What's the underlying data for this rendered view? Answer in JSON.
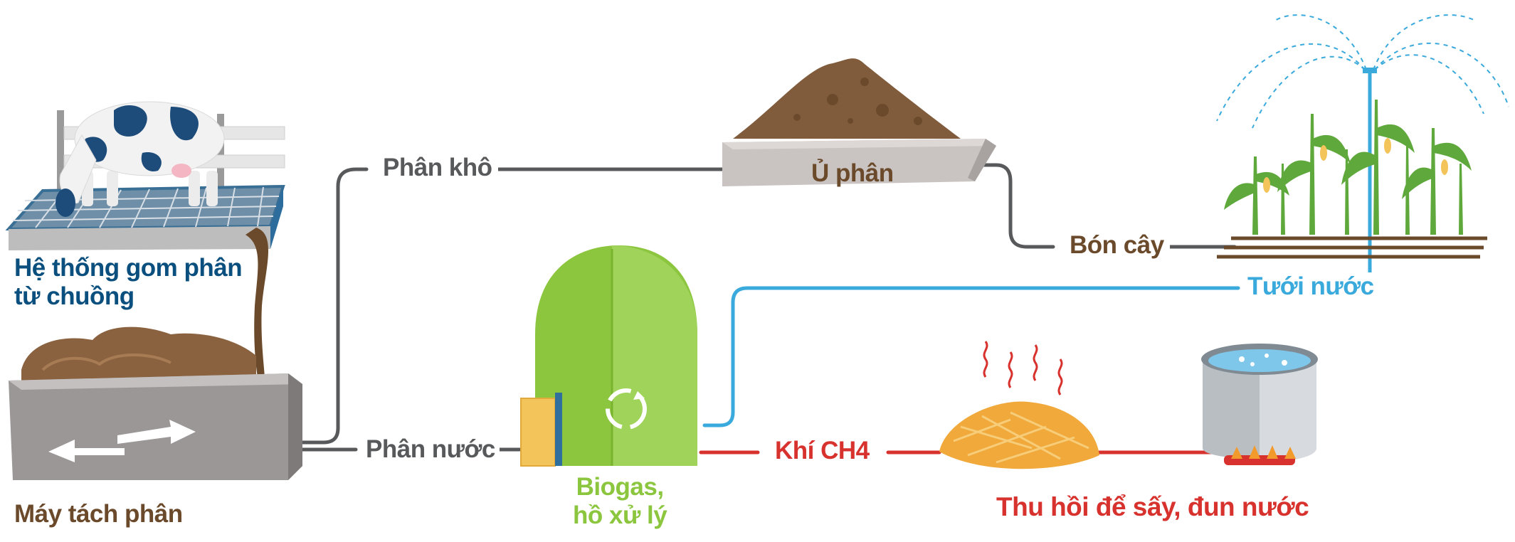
{
  "labels": {
    "collection": "Hệ thống gom phân\ntừ chuồng",
    "separator": "Máy tách phân",
    "dry_manure": "Phân khô",
    "liquid_manure": "Phân nước",
    "compost": "Ủ phân",
    "fertilize": "Bón cây",
    "irrigation": "Tưới nước",
    "biogas": "Biogas,\nhồ xử lý",
    "methane": "Khí CH4",
    "heat_recovery": "Thu hồi để sấy, đun nước"
  },
  "colors": {
    "gray_line": "#58595b",
    "brown_text": "#6b4a2b",
    "blue_text": "#0a4f7d",
    "water_blue": "#3aa9dc",
    "green_text": "#8cc63f",
    "red_text": "#d7322d",
    "gray_text": "#58595b"
  }
}
